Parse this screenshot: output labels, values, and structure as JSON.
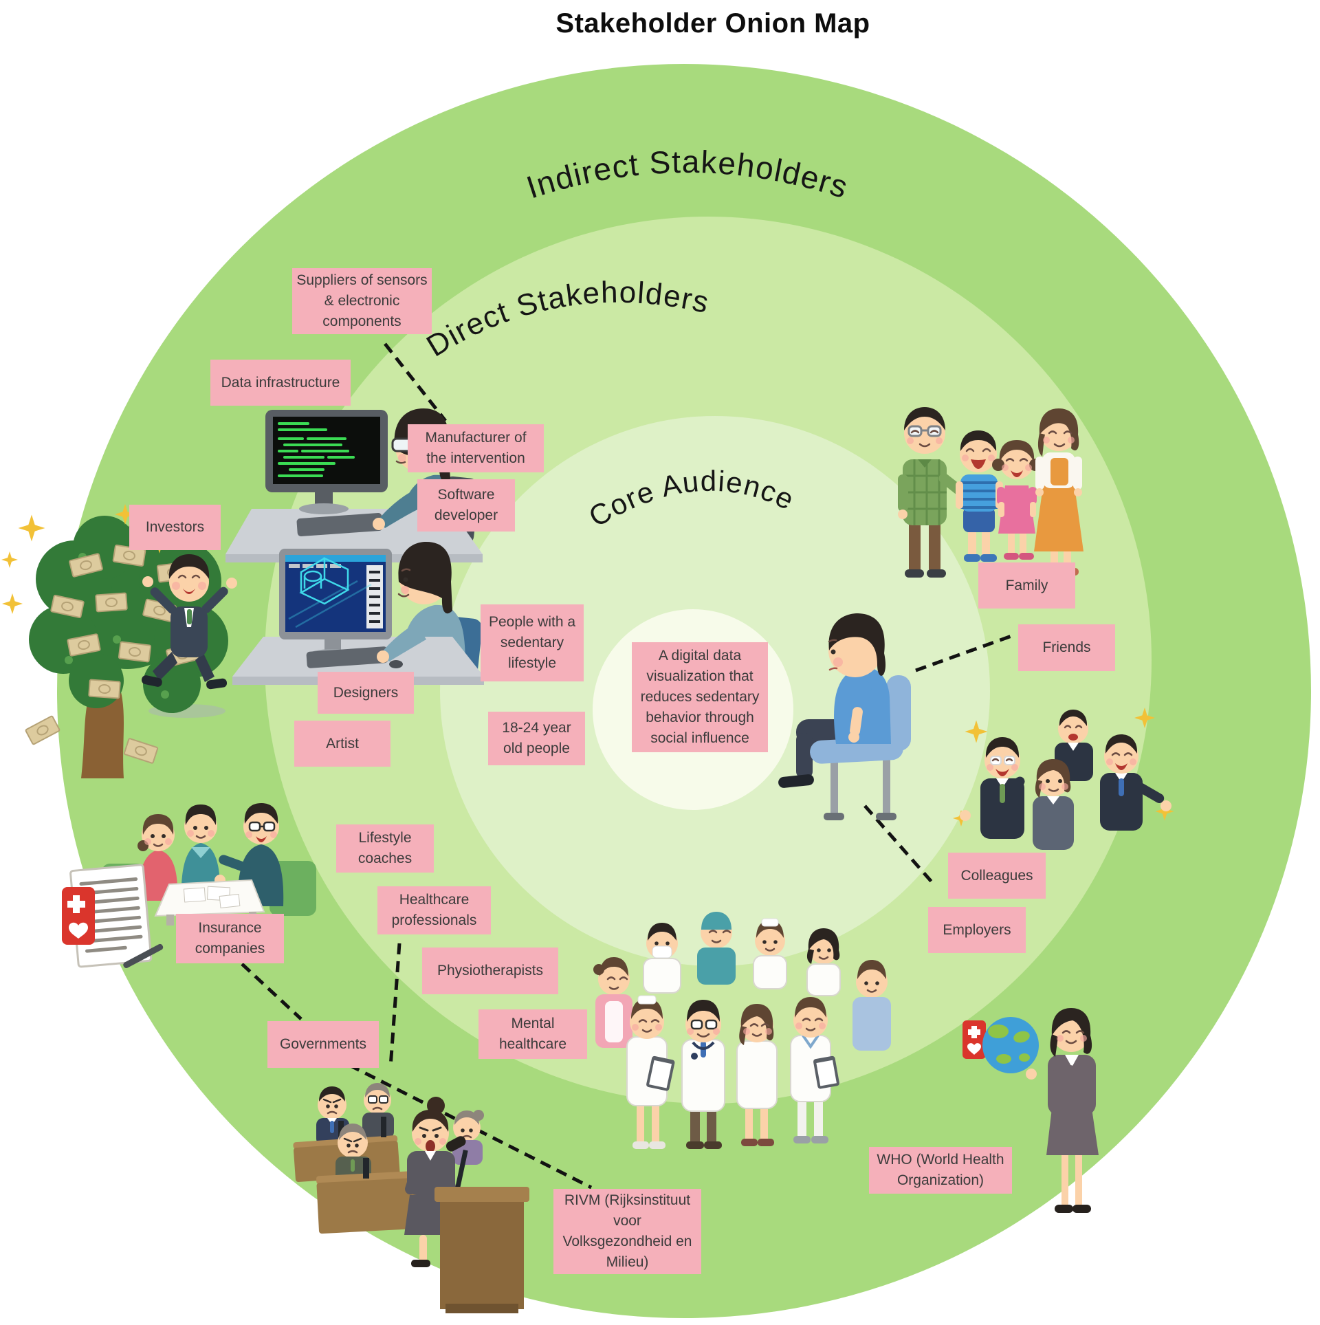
{
  "title": "Stakeholder Onion Map",
  "rings": {
    "outer_label": "Indirect Stakeholders",
    "middle_label": "Direct Stakeholders",
    "inner_label": "Core Audience",
    "colors": {
      "outer": "#a8da7d",
      "middle": "#cbe9a4",
      "inner": "#def1c7",
      "center": "#f7fbea",
      "label_bg": "#f5b0ba"
    }
  },
  "labels": {
    "suppliers": "Suppliers of sensors\n& electronic\ncomponents",
    "data_infrastructure": "Data infrastructure",
    "manufacturer": "Manufacturer of\nthe intervention",
    "software_developer": "Software\ndeveloper",
    "investors": "Investors",
    "designers": "Designers",
    "artist": "Artist",
    "people_sedentary": "People with a\nsedentary\nlifestyle",
    "age_18_24": "18-24 year\nold people",
    "center_statement": "A digital data\nvisualization that\nreduces sedentary\nbehavior through\nsocial influence",
    "family": "Family",
    "friends": "Friends",
    "colleagues": "Colleagues",
    "employers": "Employers",
    "lifestyle_coaches": "Lifestyle\ncoaches",
    "healthcare_professionals": "Healthcare\nprofessionals",
    "physiotherapists": "Physiotherapists",
    "mental_healthcare": "Mental\nhealthcare",
    "insurance_companies": "Insurance\ncompanies",
    "governments": "Governments",
    "rivm": "RIVM (Rijksinstituut\nvoor\nVolksgezondheid en\nMilieu)",
    "who": "WHO (World Health\nOrganization)"
  },
  "illustrations": [
    "money-tree-investor",
    "software-developer-at-computer",
    "designer-at-cad-workstation",
    "family-group",
    "sedentary-person-on-chair",
    "colleagues-business-team",
    "insurance-consultation",
    "parliament-government-session",
    "healthcare-professionals-group",
    "who-representative-with-globe"
  ],
  "connections": [
    {
      "from": "suppliers",
      "to": "software-developer-at-computer"
    },
    {
      "from": "sedentary-person-on-chair",
      "to": "friends"
    },
    {
      "from": "sedentary-person-on-chair",
      "to": "colleagues"
    },
    {
      "from": "insurance_companies",
      "to": "governments"
    },
    {
      "from": "healthcare_professionals",
      "to": "healthcare-professionals-group"
    },
    {
      "from": "governments",
      "to": "rivm"
    }
  ]
}
